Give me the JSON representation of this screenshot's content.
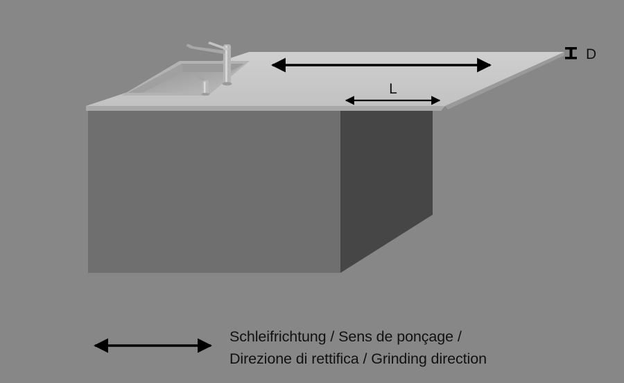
{
  "dimension_labels": {
    "length": "L",
    "thickness": "D"
  },
  "legend": {
    "line1": "Schleifrichtung / Sens de ponçage /",
    "line2": "Direzione di rettifica / Grinding direction"
  },
  "colors": {
    "background": "#868786",
    "cabinet_front": "#6e6f6e",
    "cabinet_side": "#464646",
    "countertop": "#c9c9c9",
    "countertop_edge": "#a9a9a9",
    "sink": "#a8a8a8",
    "arrow": "#000000"
  },
  "icons": [
    "sink-icon",
    "faucet-icon",
    "soap-dispenser-icon"
  ]
}
